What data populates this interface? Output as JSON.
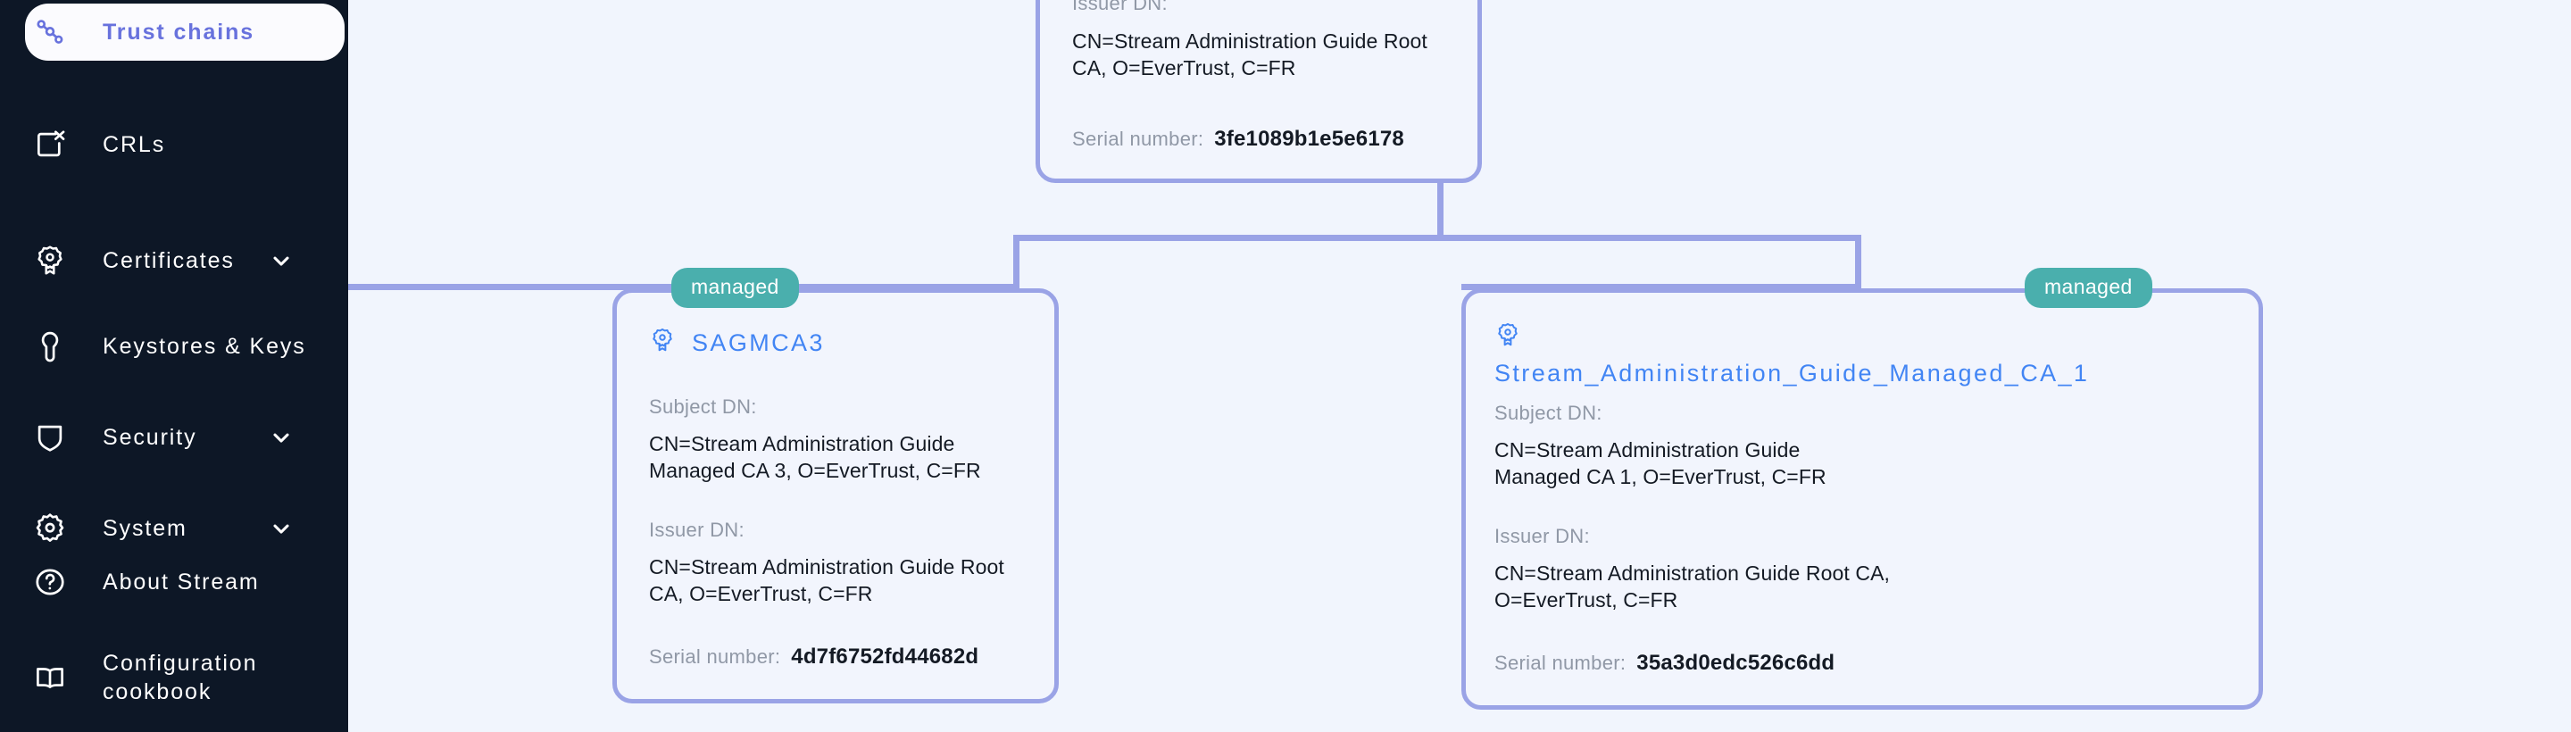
{
  "sidebar": {
    "items": [
      {
        "label": "Trust chains",
        "icon": "chain-link-icon",
        "active": true,
        "expandable": false
      },
      {
        "label": "CRLs",
        "icon": "revoked-file-icon",
        "active": false,
        "expandable": false
      },
      {
        "label": "Certificates",
        "icon": "certificate-badge-icon",
        "active": false,
        "expandable": true
      },
      {
        "label": "Keystores & Keys",
        "icon": "key-icon",
        "active": false,
        "expandable": false
      },
      {
        "label": "Security",
        "icon": "shield-icon",
        "active": false,
        "expandable": true
      },
      {
        "label": "System",
        "icon": "gear-icon",
        "active": false,
        "expandable": true
      },
      {
        "label": "About Stream",
        "icon": "question-circle-icon",
        "active": false,
        "expandable": false
      },
      {
        "label": "Configuration\ncookbook",
        "icon": "book-icon",
        "active": false,
        "expandable": false
      }
    ]
  },
  "labels": {
    "subject_dn": "Subject DN:",
    "issuer_dn": "Issuer DN:",
    "serial_number": "Serial number:"
  },
  "trust_chain": {
    "root": {
      "issuer_dn": "CN=Stream Administration Guide Root CA, O=EverTrust, C=FR",
      "serial_number": "3fe1089b1e5e6178"
    },
    "children": [
      {
        "title": "SAGMCA3",
        "badge": "managed",
        "subject_dn": "CN=Stream Administration Guide Managed CA 3, O=EverTrust, C=FR",
        "issuer_dn": "CN=Stream Administration Guide Root CA, O=EverTrust, C=FR",
        "serial_number": "4d7f6752fd44682d"
      },
      {
        "title": "Stream_Administration_Guide_Managed_CA_1",
        "badge": "managed",
        "subject_dn": "CN=Stream Administration Guide Managed CA 1, O=EverTrust, C=FR",
        "issuer_dn": "CN=Stream Administration Guide Root CA, O=EverTrust, C=FR",
        "serial_number": "35a3d0edc526c6dd"
      }
    ]
  },
  "colors": {
    "sidebar_bg": "#0d1726",
    "canvas_bg": "#f1f5fd",
    "card_border": "#9aa3e6",
    "accent_blue": "#4285f4",
    "active_nav_text": "#6872dd",
    "badge_teal": "#4aafad",
    "label_grey": "#9098a6"
  }
}
